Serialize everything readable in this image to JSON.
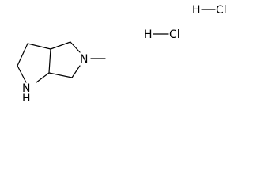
{
  "molecule": {
    "atoms": {
      "nh": "N",
      "nh_h": "H",
      "n_methyl": "N"
    },
    "salts": [
      {
        "h": "H",
        "cl": "Cl"
      },
      {
        "h": "H",
        "cl": "Cl"
      }
    ]
  }
}
